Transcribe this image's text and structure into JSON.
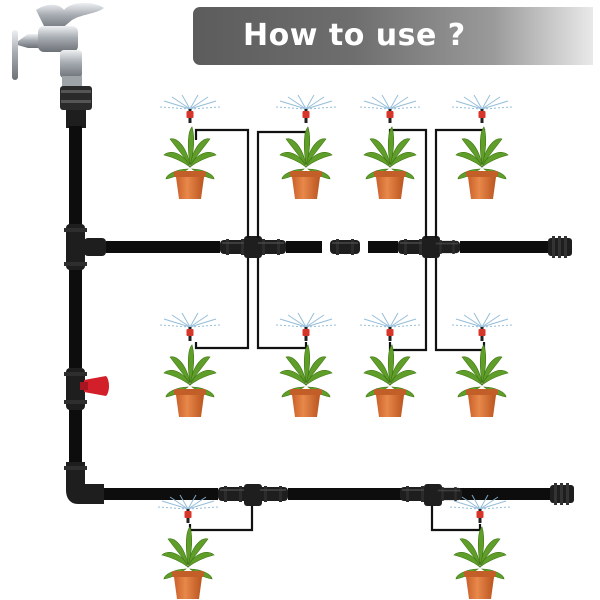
{
  "banner": {
    "title": "How to use ?"
  },
  "colors": {
    "pipe": "#0d0d0d",
    "connector": "#1e1e1e",
    "valve_handle": "#d21f2a",
    "pot": "#d9743a",
    "pot_rim": "#c25e27",
    "leaf": "#5f9e28",
    "nozzle": "#d8352a",
    "spray": "#8ab7d6",
    "faucet": "#b9bdc2"
  },
  "icons": {
    "faucet": "faucet-icon",
    "valve": "valve-icon",
    "plant": "potted-plant-icon",
    "sprinkler": "sprinkler-nozzle-icon",
    "end_cap": "end-plug-icon",
    "tee": "tee-connector-icon"
  },
  "diagram": {
    "plant_count": 10,
    "branch_lines": 2,
    "upper_branch_plants": 8,
    "lower_branch_plants": 2
  }
}
